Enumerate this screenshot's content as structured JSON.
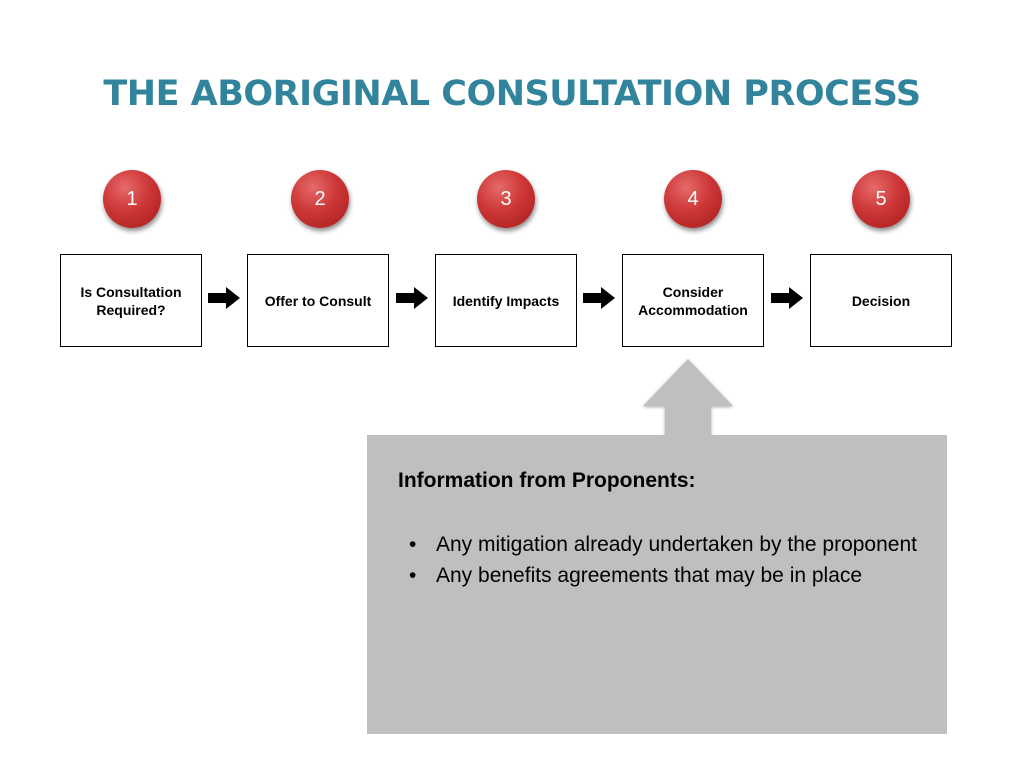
{
  "title": "THE ABORIGINAL CONSULTATION PROCESS",
  "colors": {
    "title": "#31849b",
    "badge": "#cd3636",
    "panel": "#bfbfbf",
    "up_arrow": "#bfbfbf"
  },
  "steps": [
    {
      "number": "1",
      "label": "Is Consultation Required?"
    },
    {
      "number": "2",
      "label": "Offer to Consult"
    },
    {
      "number": "3",
      "label": "Identify Impacts"
    },
    {
      "number": "4",
      "label": "Consider Accommodation"
    },
    {
      "number": "5",
      "label": "Decision"
    }
  ],
  "info": {
    "heading": "Information from Proponents:",
    "items": [
      "Any mitigation already undertaken by the proponent",
      "Any benefits agreements that may be in place"
    ],
    "bullet": "•"
  }
}
